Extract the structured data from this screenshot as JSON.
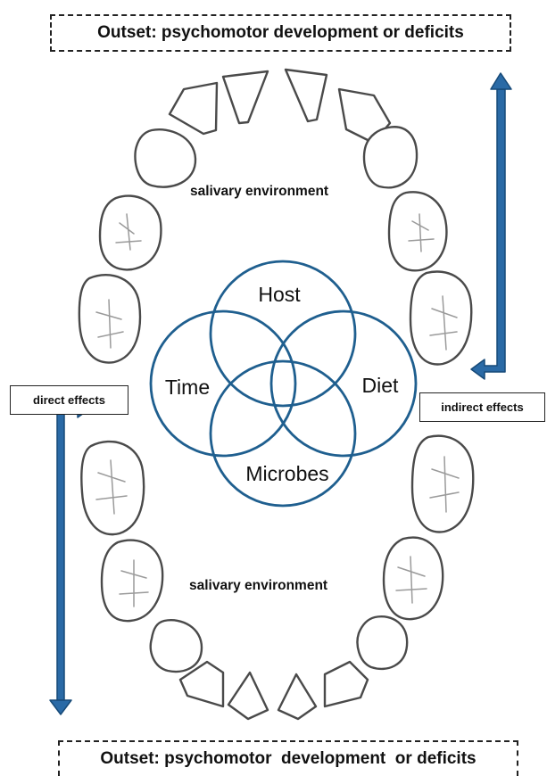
{
  "outset_top": "Outset: psychomotor development or deficits",
  "outset_bottom": "Outset: psychomotor  development  or deficits",
  "effects": {
    "direct": "direct effects",
    "indirect": "indirect effects"
  },
  "salivary": {
    "top": "salivary environment",
    "bottom": "salivary environment"
  },
  "venn": {
    "host": "Host",
    "time": "Time",
    "diet": "Diet",
    "microbes": "Microbes"
  },
  "colors": {
    "venn_stroke": "#1f5f8f",
    "arrow": "#2a6aa6",
    "arrow_edge": "#174a78",
    "tooth_stroke": "#4a4a4a"
  }
}
